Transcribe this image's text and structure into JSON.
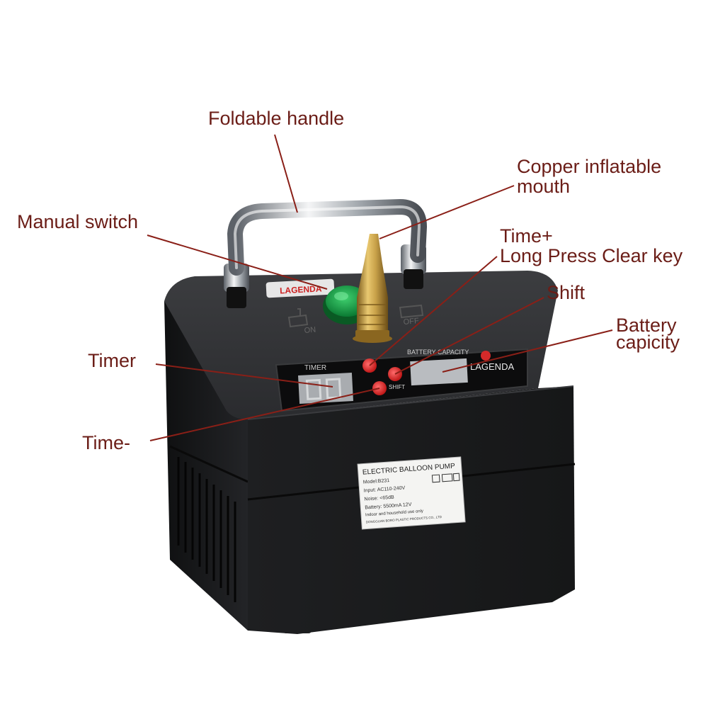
{
  "colors": {
    "label_text": "#6b1d17",
    "leader_line": "#8a1f17",
    "body": "#1c1c1e",
    "brass": "#c9a24a",
    "switch": "#17a146",
    "display": "#b9bcc0"
  },
  "callouts": {
    "foldable_handle": "Foldable handle",
    "copper_mouth_line1": "Copper inflatable",
    "copper_mouth_line2": "mouth",
    "manual_switch": "Manual switch",
    "time_plus_line1": "Time+",
    "time_plus_line2": "Long Press Clear key",
    "shift": "Shift",
    "battery_line1": "Battery",
    "battery_line2": "capicity",
    "timer": "Timer",
    "time_minus": "Time-"
  },
  "panel": {
    "timer_label": "TIMER",
    "battery_label": "BATTERY CAPACITY",
    "shift_label": "SHIFT",
    "brand": "LAGENDA",
    "top_logo": "LAGENDA",
    "on_label": "ON",
    "off_label": "OFF"
  },
  "nameplate": {
    "title": "ELECTRIC BALLOON PUMP",
    "model": "Model:B231",
    "input": "Input: AC110-240V",
    "noise": "Noise: <65dB",
    "battery": "Battery: 5500mA  12V",
    "usage": "Indoor and household use only",
    "maker": "DONGGUAN BORO PLASTIC PRODUCTS CO., LTD"
  }
}
